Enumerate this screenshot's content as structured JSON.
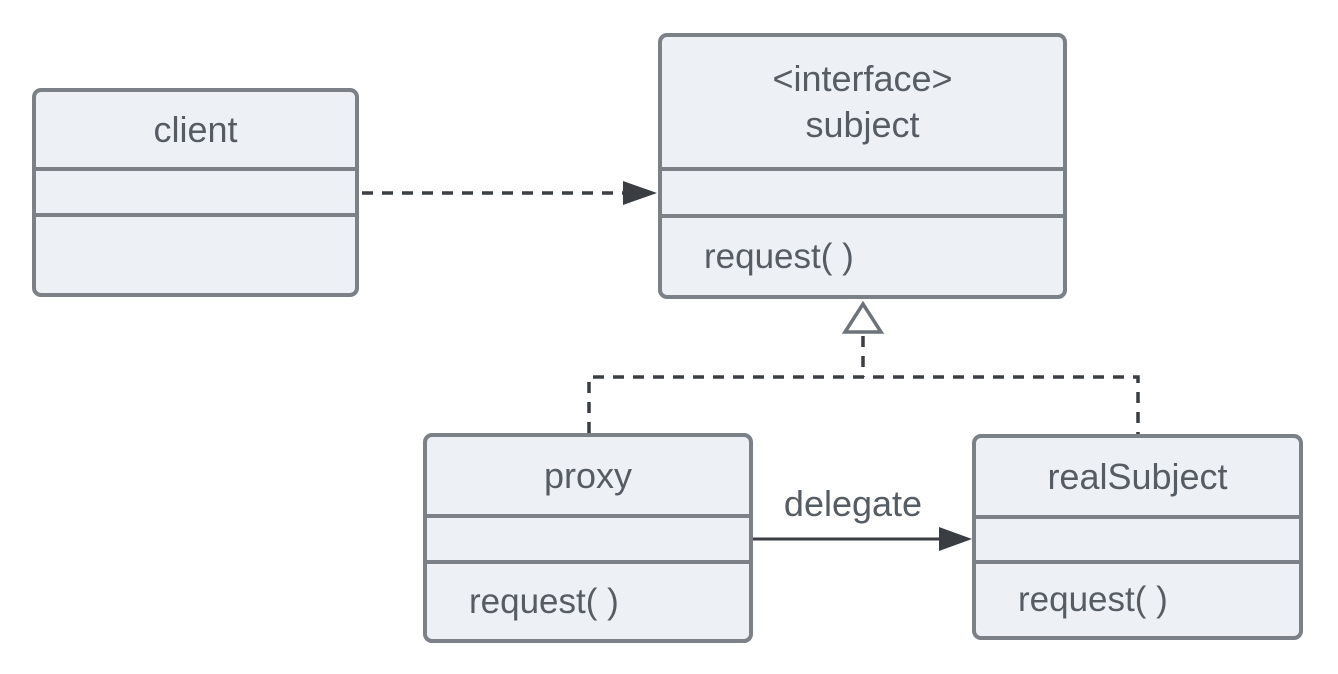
{
  "nodes": {
    "client": {
      "name": "client"
    },
    "subject": {
      "stereotype": "<interface>",
      "name": "subject",
      "operation": "request( )"
    },
    "proxy": {
      "name": "proxy",
      "operation": "request( )"
    },
    "real_subject": {
      "name": "realSubject",
      "operation": "request( )"
    }
  },
  "edges": {
    "delegate_label": "delegate"
  },
  "colors": {
    "background": "#ffffff",
    "node_fill": "#edf1f6",
    "node_border": "#7b8187",
    "node_text": "#565c63",
    "connector": "#3a3e42",
    "triangle_stroke": "#6d737a"
  }
}
